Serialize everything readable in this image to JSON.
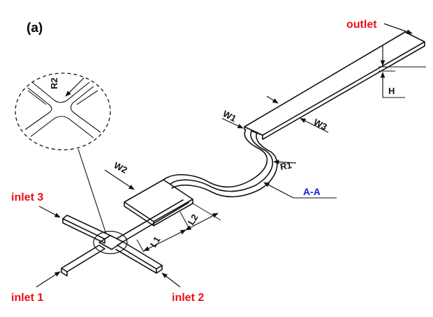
{
  "figure": {
    "panel_label": "(a)",
    "labels": {
      "outlet": "outlet",
      "inlet1": "inlet 1",
      "inlet2": "inlet 2",
      "inlet3": "inlet 3",
      "section": "A-A",
      "H": "H",
      "W1": "W1",
      "W2": "W2",
      "W3": "W3",
      "R1": "R1",
      "R2": "R2",
      "L1": "L1",
      "L2": "L2"
    },
    "colors": {
      "port_label": "#e8101a",
      "section_label": "#1a1adf",
      "lines": "#111111"
    }
  }
}
